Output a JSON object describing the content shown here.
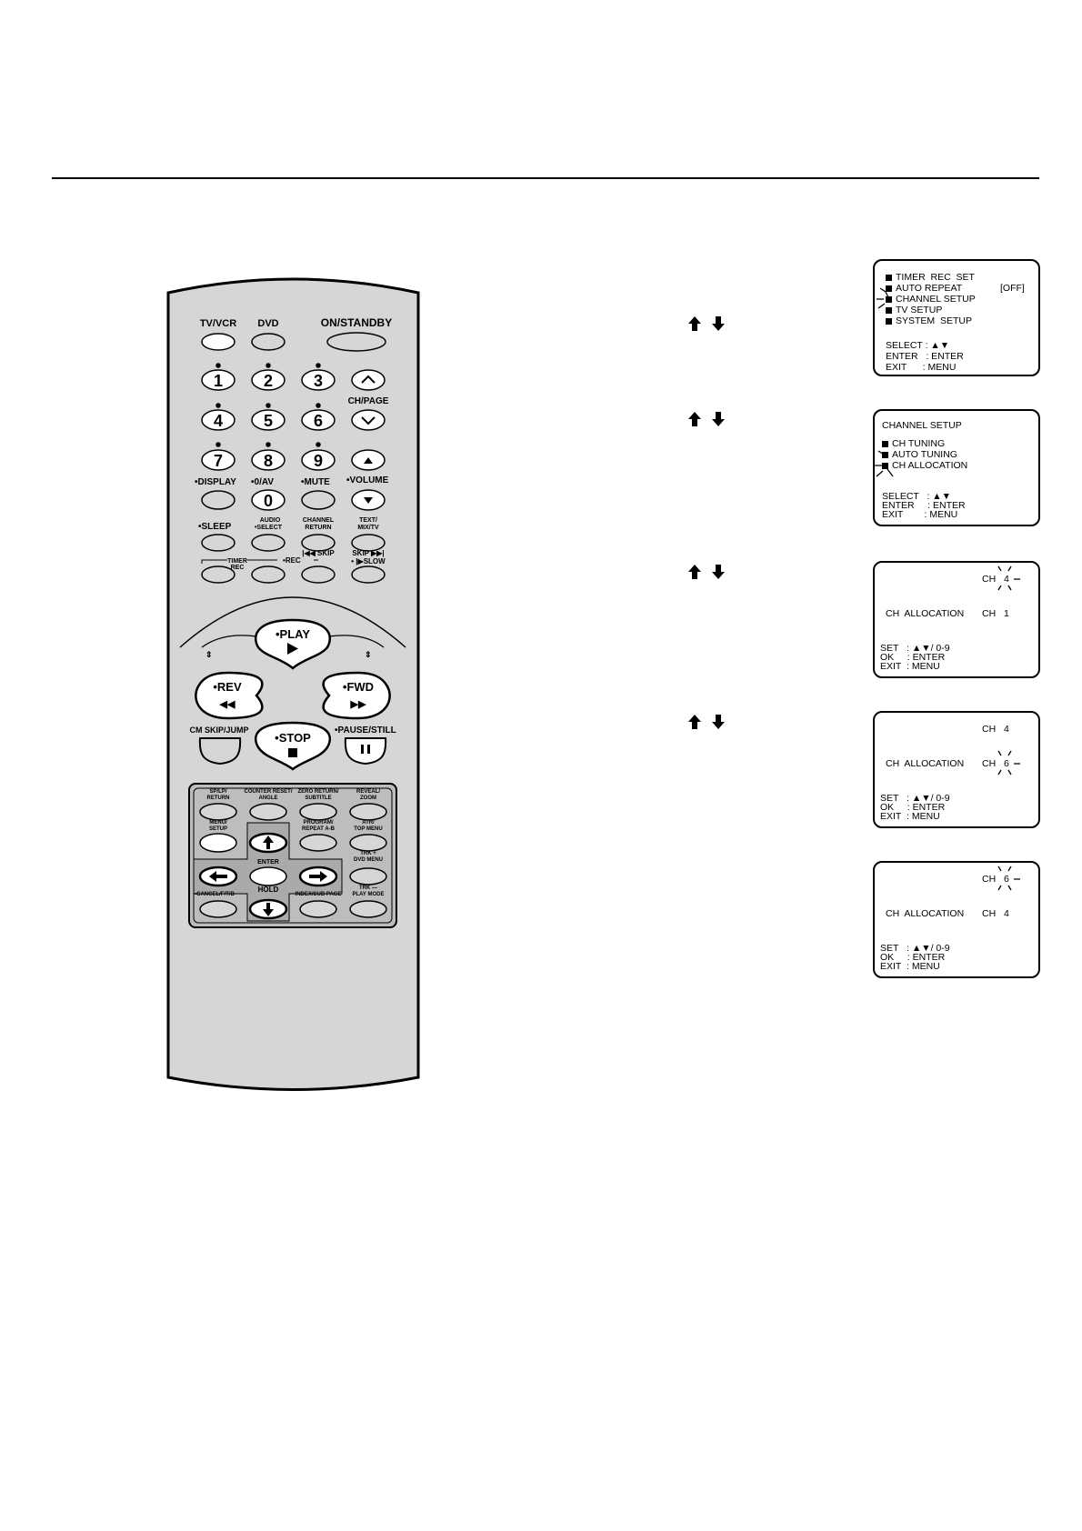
{
  "remote": {
    "labels": {
      "tvvcr": "TV/VCR",
      "dvd": "DVD",
      "on_standby": "ON/STANDBY",
      "n1": "1",
      "n2": "2",
      "n3": "3",
      "n4": "4",
      "n5": "5",
      "n6": "6",
      "n7": "7",
      "n8": "8",
      "n9": "9",
      "n0": "0",
      "ch_page": "CH/PAGE",
      "display": "DISPLAY",
      "zero_av": "0/AV",
      "mute": "MUTE",
      "volume": "VOLUME",
      "sleep": "SLEEP",
      "audio": "AUDIO",
      "select": "SELECT",
      "channel": "CHANNEL",
      "return": "RETURN",
      "text": "TEXT/",
      "mixtv": "MIX/TV",
      "timer": "TIMER",
      "rec_small": "REC",
      "rec": "REC",
      "skip_back": "SKIP",
      "skip_fwd": "SKIP",
      "slow": "SLOW",
      "play": "PLAY",
      "rev": "REV",
      "fwd": "FWD",
      "cm_skip": "CM SKIP/JUMP",
      "stop": "STOP",
      "pause_still": "PAUSE/STILL",
      "splp": "SP/LP/",
      "splp2": "RETURN",
      "counter": "COUNTER RESET/",
      "counter2": "ANGLE",
      "zero_return": "ZERO RETURN/",
      "zero_return2": "SUBTITLE",
      "reveal": "REVEAL/",
      "reveal2": "ZOOM",
      "menu": "MENU/",
      "menu2": "SETUP",
      "program": "PROGRAM/",
      "program2": "REPEAT A-B",
      "atr": "ATR/",
      "atr2": "TOP MENU",
      "trk_plus": "TRK +",
      "dvd_menu": "DVD MENU",
      "enter": "ENTER",
      "hold": "HOLD",
      "cancel": "CANCEL/F/T/B",
      "index": "INDEX/SUB PAGE",
      "trk_minus": "TRK —",
      "play_mode": "PLAY MODE"
    }
  },
  "screens": {
    "s1": {
      "items": [
        "TIMER  REC  SET",
        "AUTO REPEAT",
        "CHANNEL SETUP",
        "TV SETUP",
        "SYSTEM  SETUP"
      ],
      "off": "[OFF]",
      "select": "SELECT : ▲▼",
      "enter": "ENTER   : ENTER",
      "exit": "EXIT      : MENU"
    },
    "s2": {
      "title": "CHANNEL SETUP",
      "items": [
        "CH TUNING",
        "AUTO TUNING",
        "CH ALLOCATION"
      ],
      "select": "SELECT   : ▲▼",
      "enter": "ENTER     : ENTER",
      "exit": "EXIT        : MENU"
    },
    "s3": {
      "top_ch": "CH",
      "top_num": "4",
      "label": "CH  ALLOCATION",
      "ch": "CH",
      "num": "1",
      "set": "SET   : ▲▼/ 0-9",
      "ok": "OK     : ENTER",
      "exit": "EXIT  : MENU"
    },
    "s4": {
      "top_ch": "CH",
      "top_num": "4",
      "label": "CH  ALLOCATION",
      "ch": "CH",
      "num": "6",
      "set": "SET   : ▲▼/ 0-9",
      "ok": "OK     : ENTER",
      "exit": "EXIT  : MENU"
    },
    "s5": {
      "top_ch": "CH",
      "top_num": "6",
      "label": "CH  ALLOCATION",
      "ch": "CH",
      "num": "4",
      "set": "SET   : ▲▼/ 0-9",
      "ok": "OK     : ENTER",
      "exit": "EXIT  : MENU"
    }
  },
  "icons": {
    "up": "up-arrow-icon",
    "down": "down-arrow-icon"
  }
}
